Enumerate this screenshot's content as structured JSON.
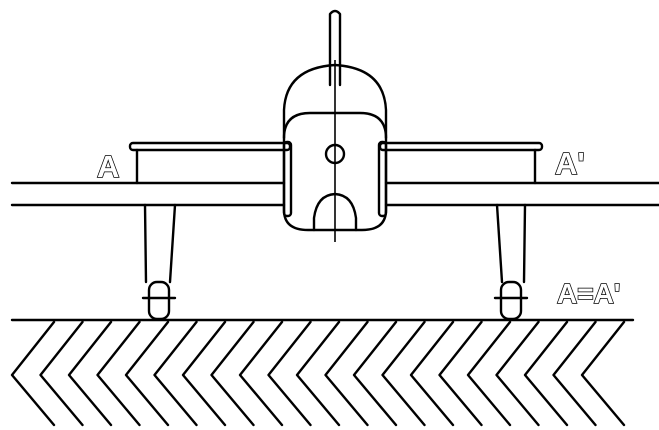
{
  "labels": {
    "left_mark": "A",
    "right_mark": "A'",
    "equality": "A=A'"
  },
  "colors": {
    "ink": "#000000",
    "background": "#ffffff"
  }
}
